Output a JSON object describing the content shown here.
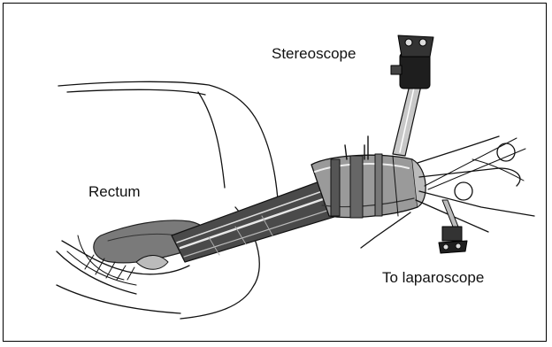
{
  "figure": {
    "labels": {
      "stereoscope": "Stereoscope",
      "rectum": "Rectum",
      "to_laparoscope": "To laparoscope"
    },
    "style": "black-and-white line drawing"
  }
}
